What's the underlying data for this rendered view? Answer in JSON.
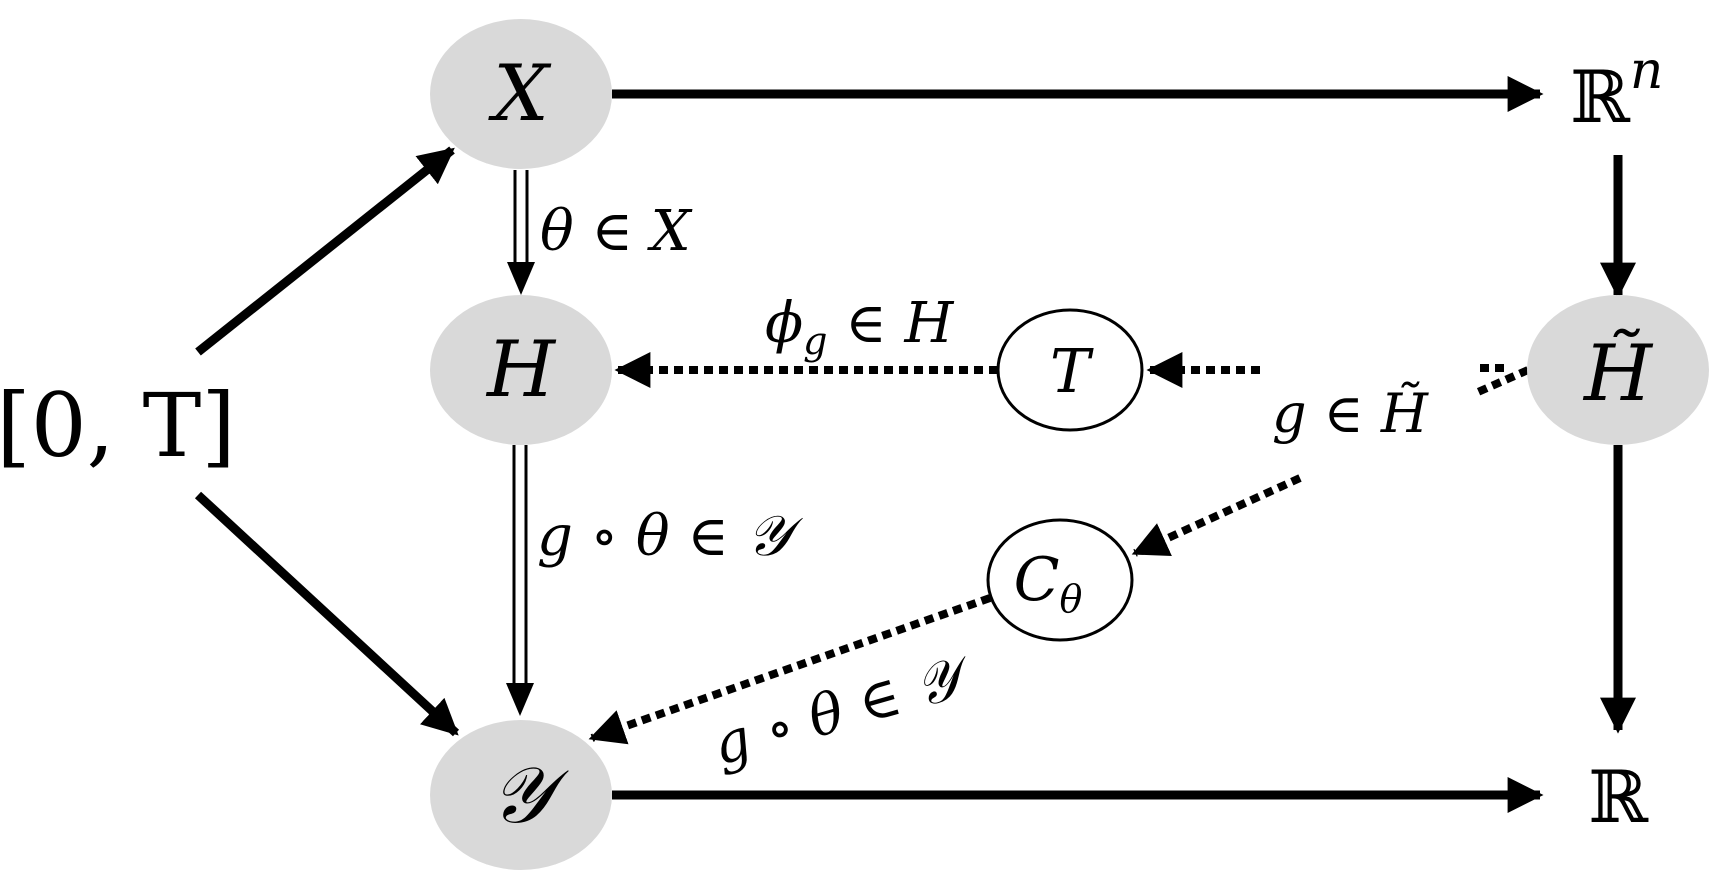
{
  "nodes": {
    "X": "X",
    "H": "H",
    "Y": "𝒴",
    "H_tilde": "H̃",
    "interval": "[0, T]",
    "Rn_base": "ℝ",
    "Rn_sup": "n",
    "R": "ℝ",
    "T_op": "T",
    "C_base": "C",
    "C_sub": "θ"
  },
  "labels": {
    "theta_in_X": "θ ∈ X",
    "phi_g_base": "ϕ",
    "phi_g_sub": "g",
    "phi_g_rest": " ∈ H",
    "g_in_H_tilde": "g ∈ H̃",
    "g_theta_in_Y_mid": "g ∘ θ ∈ 𝒴",
    "g_theta_in_Y_diag": "g ∘ θ ∈ 𝒴"
  },
  "colors": {
    "node_fill": "#d9d9d9",
    "line": "#000000"
  }
}
